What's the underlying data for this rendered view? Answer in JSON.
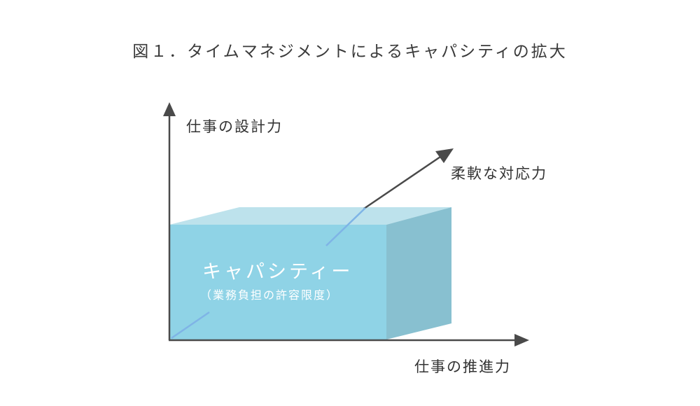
{
  "title": "図１．タイムマネジメントによるキャパシティの拡大",
  "axes": {
    "y_label": "仕事の設計力",
    "x_label": "仕事の推進力",
    "diagonal_label": "柔軟な対応力"
  },
  "box": {
    "main_label": "キャパシティー",
    "sub_label": "（業務負担の許容限度）"
  },
  "colors": {
    "axis": "#4a4a4a",
    "box_front": "#8fd3e6",
    "box_top": "#bde2ec",
    "box_side": "#88c0d0",
    "diagonal_inside": "#7fb4e6",
    "highlight": "#fbf1d0",
    "text": "#333333"
  }
}
